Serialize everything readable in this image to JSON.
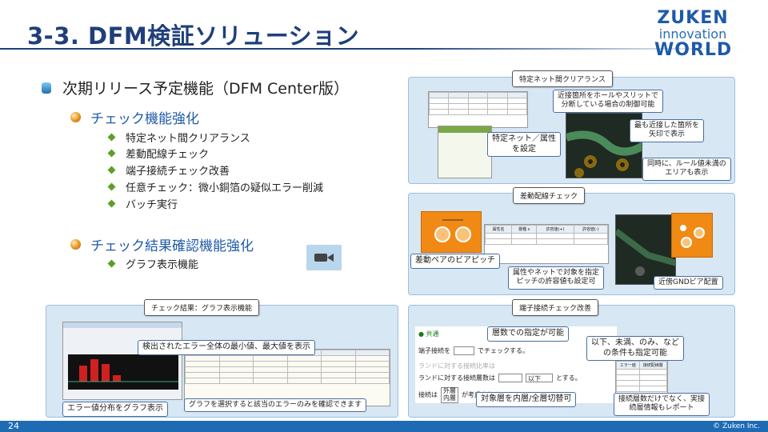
{
  "header": {
    "title": "3-3. DFM検証ソリューション",
    "logo": {
      "line1": "ZUKEN",
      "line2": "innovation",
      "line3": "WORLD"
    }
  },
  "main_bullet": "次期リリース予定機能（DFM Center版）",
  "sections": [
    {
      "title": "チェック機能強化",
      "items": [
        "特定ネット間クリアランス",
        "差動配線チェック",
        "端子接続チェック改善",
        "任意チェック：微小銅箔の疑似エラー削減",
        "バッチ実行"
      ]
    },
    {
      "title": "チェック結果確認機能強化",
      "items": [
        "グラフ表示機能"
      ]
    }
  ],
  "panels": {
    "clearance": {
      "title": "特定ネット間クリアランス",
      "callouts": [
        "近接箇所をホールやスリットで\n分断している場合の制御可能",
        "特定ネット／属性\nを設定",
        "最も近接した箇所を\n矢印で表示",
        "同時に、ルール値未満の\nエリアも表示"
      ]
    },
    "diff": {
      "title": "差動配線チェック",
      "table_headers": [
        "属性名",
        "層種 s",
        "許容値(+)",
        "許容値(-)"
      ],
      "callouts": [
        "差動ペアのビアピッチ",
        "属性やネットで対象を指定\nピッチの許容値も設定可",
        "近傍GNDビア配置"
      ]
    },
    "graph": {
      "title": "チェック結果：グラフ表示機能",
      "callouts": [
        "検出されたエラー全体の最小値、最大値を表示",
        "エラー値分布をグラフ表示",
        "グラフを選択すると該当のエラーのみを確認できます"
      ]
    },
    "terminal": {
      "title": "端子接続チェック改善",
      "form_lines": [
        "● 共通",
        "端子接続を",
        "でチェックする。",
        "ランドに対する接続比率は",
        "ランドに対する接続層数は",
        "以下",
        "とする。",
        "接続は",
        "外層",
        "内層",
        "が考慮される。"
      ],
      "table_header": [
        "エラー値",
        "接続配線層"
      ],
      "callouts": [
        "層数での指定が可能",
        "以下、未満、のみ、など\nの条件も指定可能",
        "対象層を内層/全層切替可",
        "接続層数だけでなく、実接\n続層情報もレポート"
      ]
    }
  },
  "footer": {
    "page": "24",
    "copyright": "© Zuken Inc."
  }
}
